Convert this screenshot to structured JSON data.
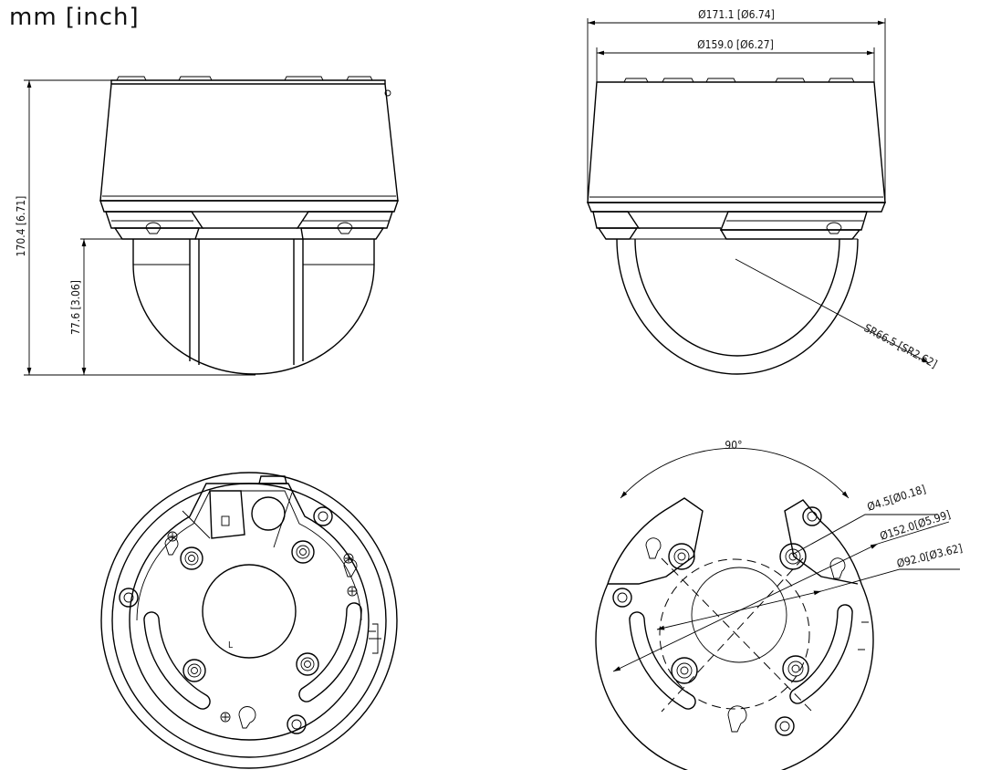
{
  "units_label": "mm [inch]",
  "side_view": {
    "total_height": "170.4 [6.71]",
    "dome_height": "77.6 [3.06]"
  },
  "front_view": {
    "outer_diameter": "Ø171.1 [Ø6.74]",
    "inner_diameter": "Ø159.0 [Ø6.27]",
    "dome_radius": "SR66.5 [SR2.62]"
  },
  "mount_view": {
    "angle": "90°",
    "hole_diameter": "Ø4.5[Ø0.18]",
    "pcd_large": "Ø152.0[Ø5.99]",
    "pcd_small": "Ø92.0[Ø3.62]"
  },
  "bottom_view": {
    "marker": "L"
  }
}
